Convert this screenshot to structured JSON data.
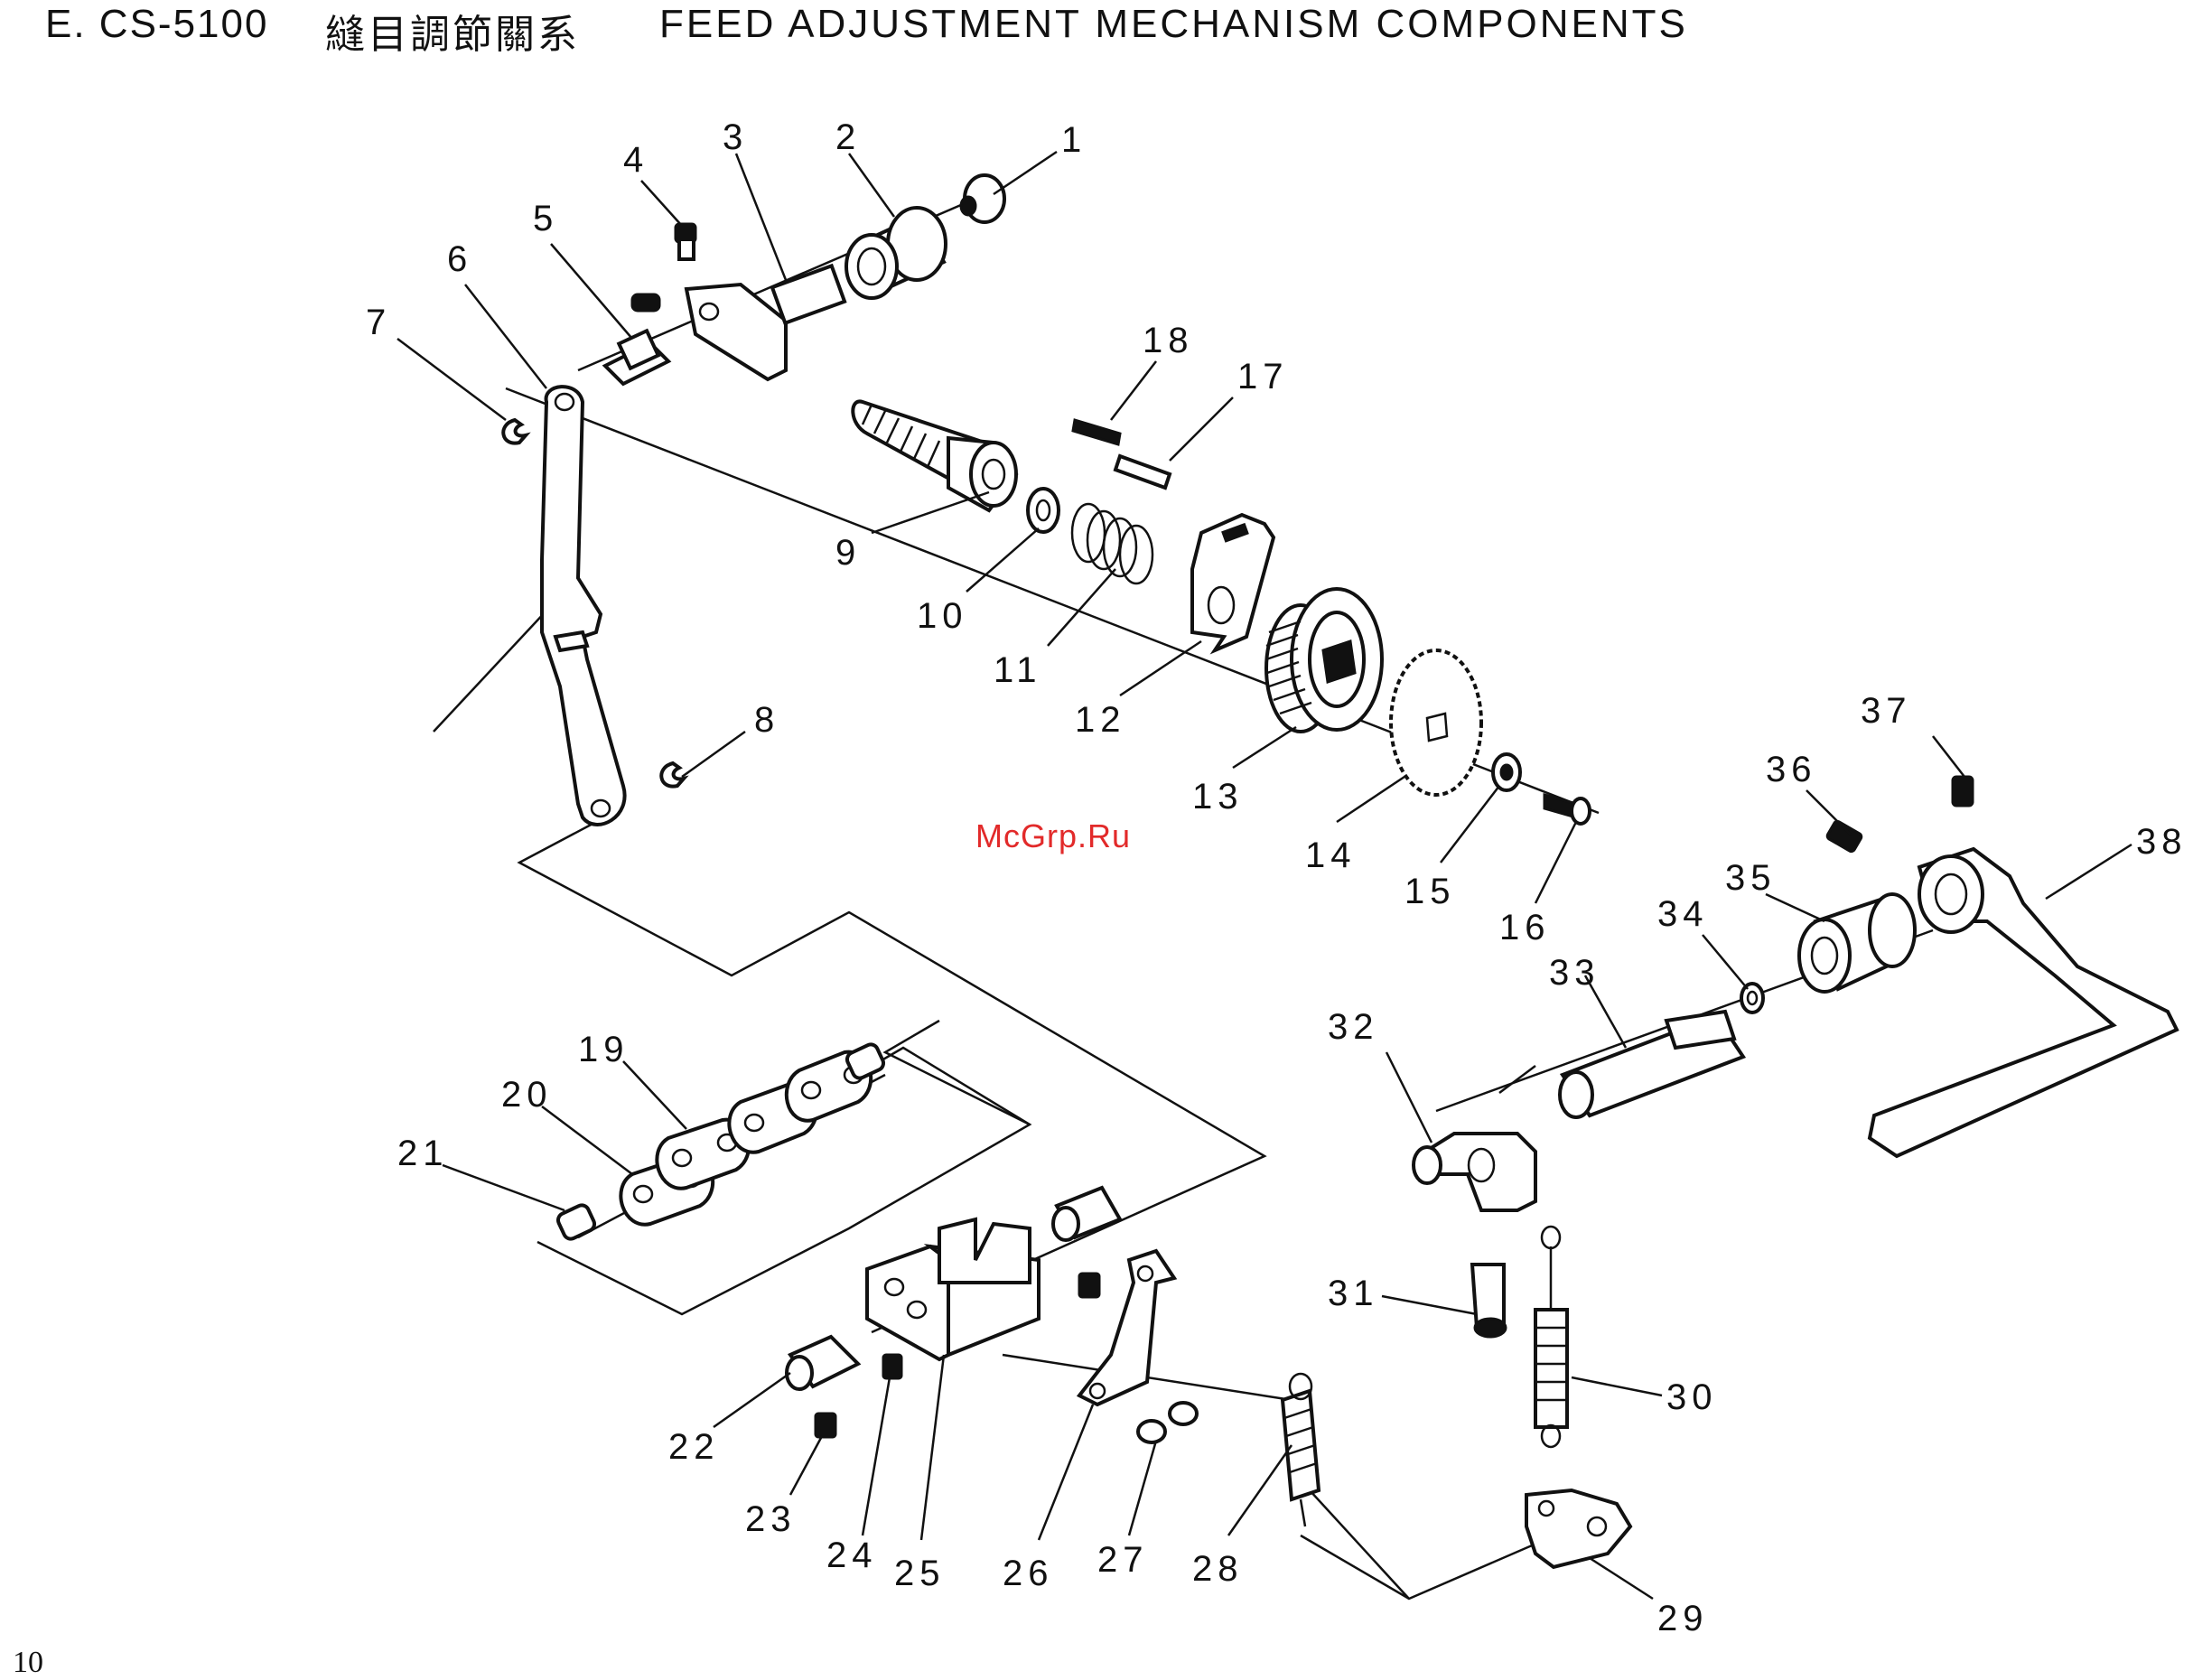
{
  "header": {
    "code": "E. CS-5100",
    "title_cn": "縫目調節關系",
    "title_en": "FEED ADJUSTMENT MECHANISM COMPONENTS"
  },
  "page_number": "10",
  "watermark": "McGrp.Ru",
  "callouts": [
    "1",
    "2",
    "3",
    "4",
    "5",
    "6",
    "7",
    "8",
    "9",
    "10",
    "11",
    "12",
    "13",
    "14",
    "15",
    "16",
    "17",
    "18",
    "19",
    "20",
    "21",
    "22",
    "23",
    "24",
    "25",
    "26",
    "27",
    "28",
    "29",
    "30",
    "31",
    "32",
    "33",
    "34",
    "35",
    "36",
    "37",
    "38"
  ]
}
